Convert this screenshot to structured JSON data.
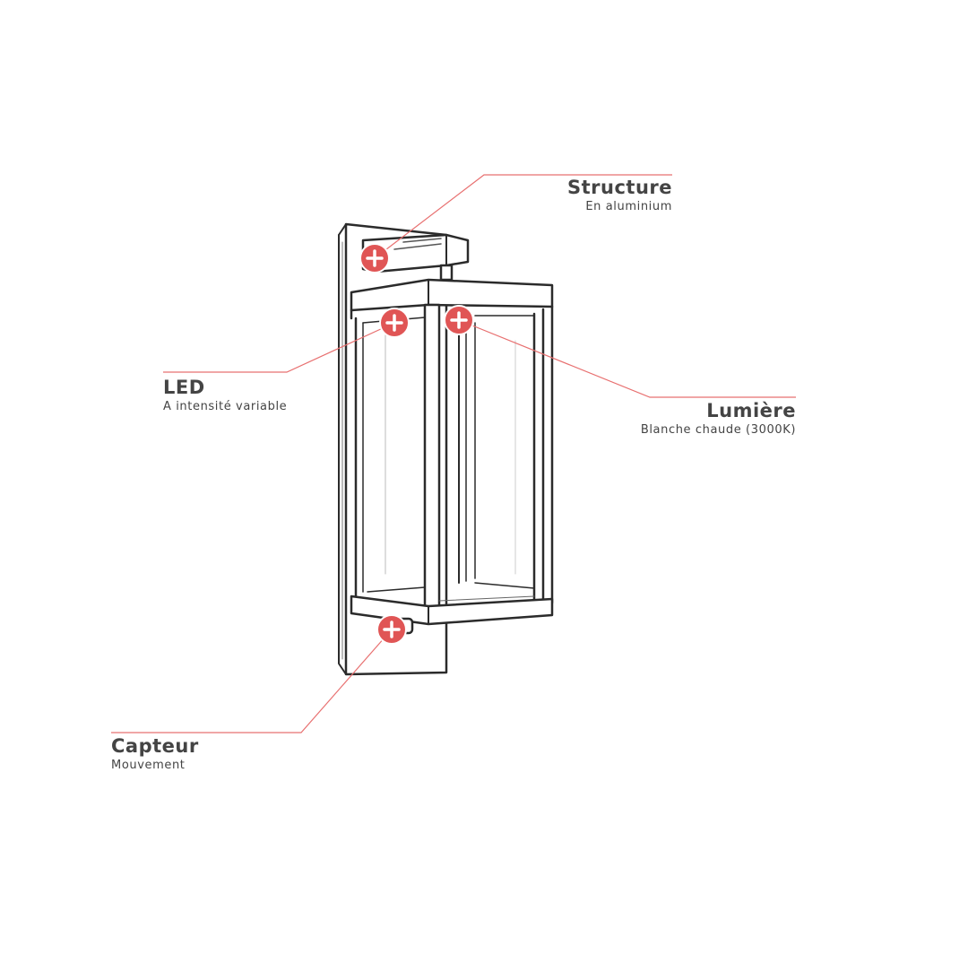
{
  "colors": {
    "accent": "#e05555",
    "line": "#e87070",
    "sketch": "#2b2b2b",
    "text": "#444444"
  },
  "callouts": {
    "structure": {
      "title": "Structure",
      "subtitle": "En aluminium",
      "icon": "plus-icon"
    },
    "led": {
      "title": "LED",
      "subtitle": "A intensité variable",
      "icon": "plus-icon"
    },
    "lumiere": {
      "title": "Lumière",
      "subtitle": "Blanche chaude (3000K)",
      "icon": "plus-icon"
    },
    "capteur": {
      "title": "Capteur",
      "subtitle": "Mouvement",
      "icon": "plus-icon"
    }
  }
}
